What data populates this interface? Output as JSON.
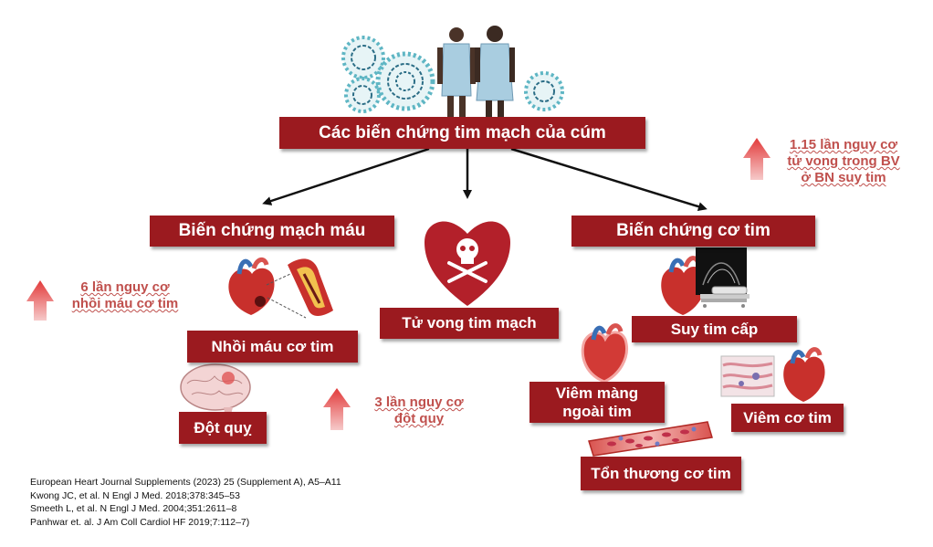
{
  "title": "Các biến chứng tim mạch của cúm",
  "vascular": {
    "title": "Biến chứng mạch máu",
    "mi": "Nhồi máu cơ tim",
    "stroke": "Đột quỵ",
    "mi_risk": [
      "6 lần nguy cơ",
      "nhồi máu cơ tim"
    ],
    "stroke_risk": [
      "3 lần nguy cơ",
      "đột quỵ"
    ]
  },
  "death": "Tử vong tim mạch",
  "myocardial": {
    "title": "Biến chứng cơ tim",
    "ahf": "Suy tim cấp",
    "pericarditis": "Viêm màng ngoài tim",
    "myocarditis": "Viêm cơ tim",
    "injury": "Tổn thương cơ tim",
    "hf_risk": [
      "1.15 lần nguy cơ",
      "tử vong trong BV",
      "ở BN suy tim"
    ]
  },
  "references": [
    "European Heart Journal Supplements (2023) 25 (Supplement A), A5–A11",
    "Kwong JC, et al. N Engl J Med. 2018;378:345–53",
    "Smeeth L, et al. N Engl J Med. 2004;351:2611–8",
    "Panhwar et. al. J Am Coll Cardiol HF 2019;7:112–7)"
  ],
  "colors": {
    "box": "#9b1a1f",
    "risk_text": "#c0504d",
    "arrow": "#e06666",
    "virus": "#5fb6c4"
  }
}
